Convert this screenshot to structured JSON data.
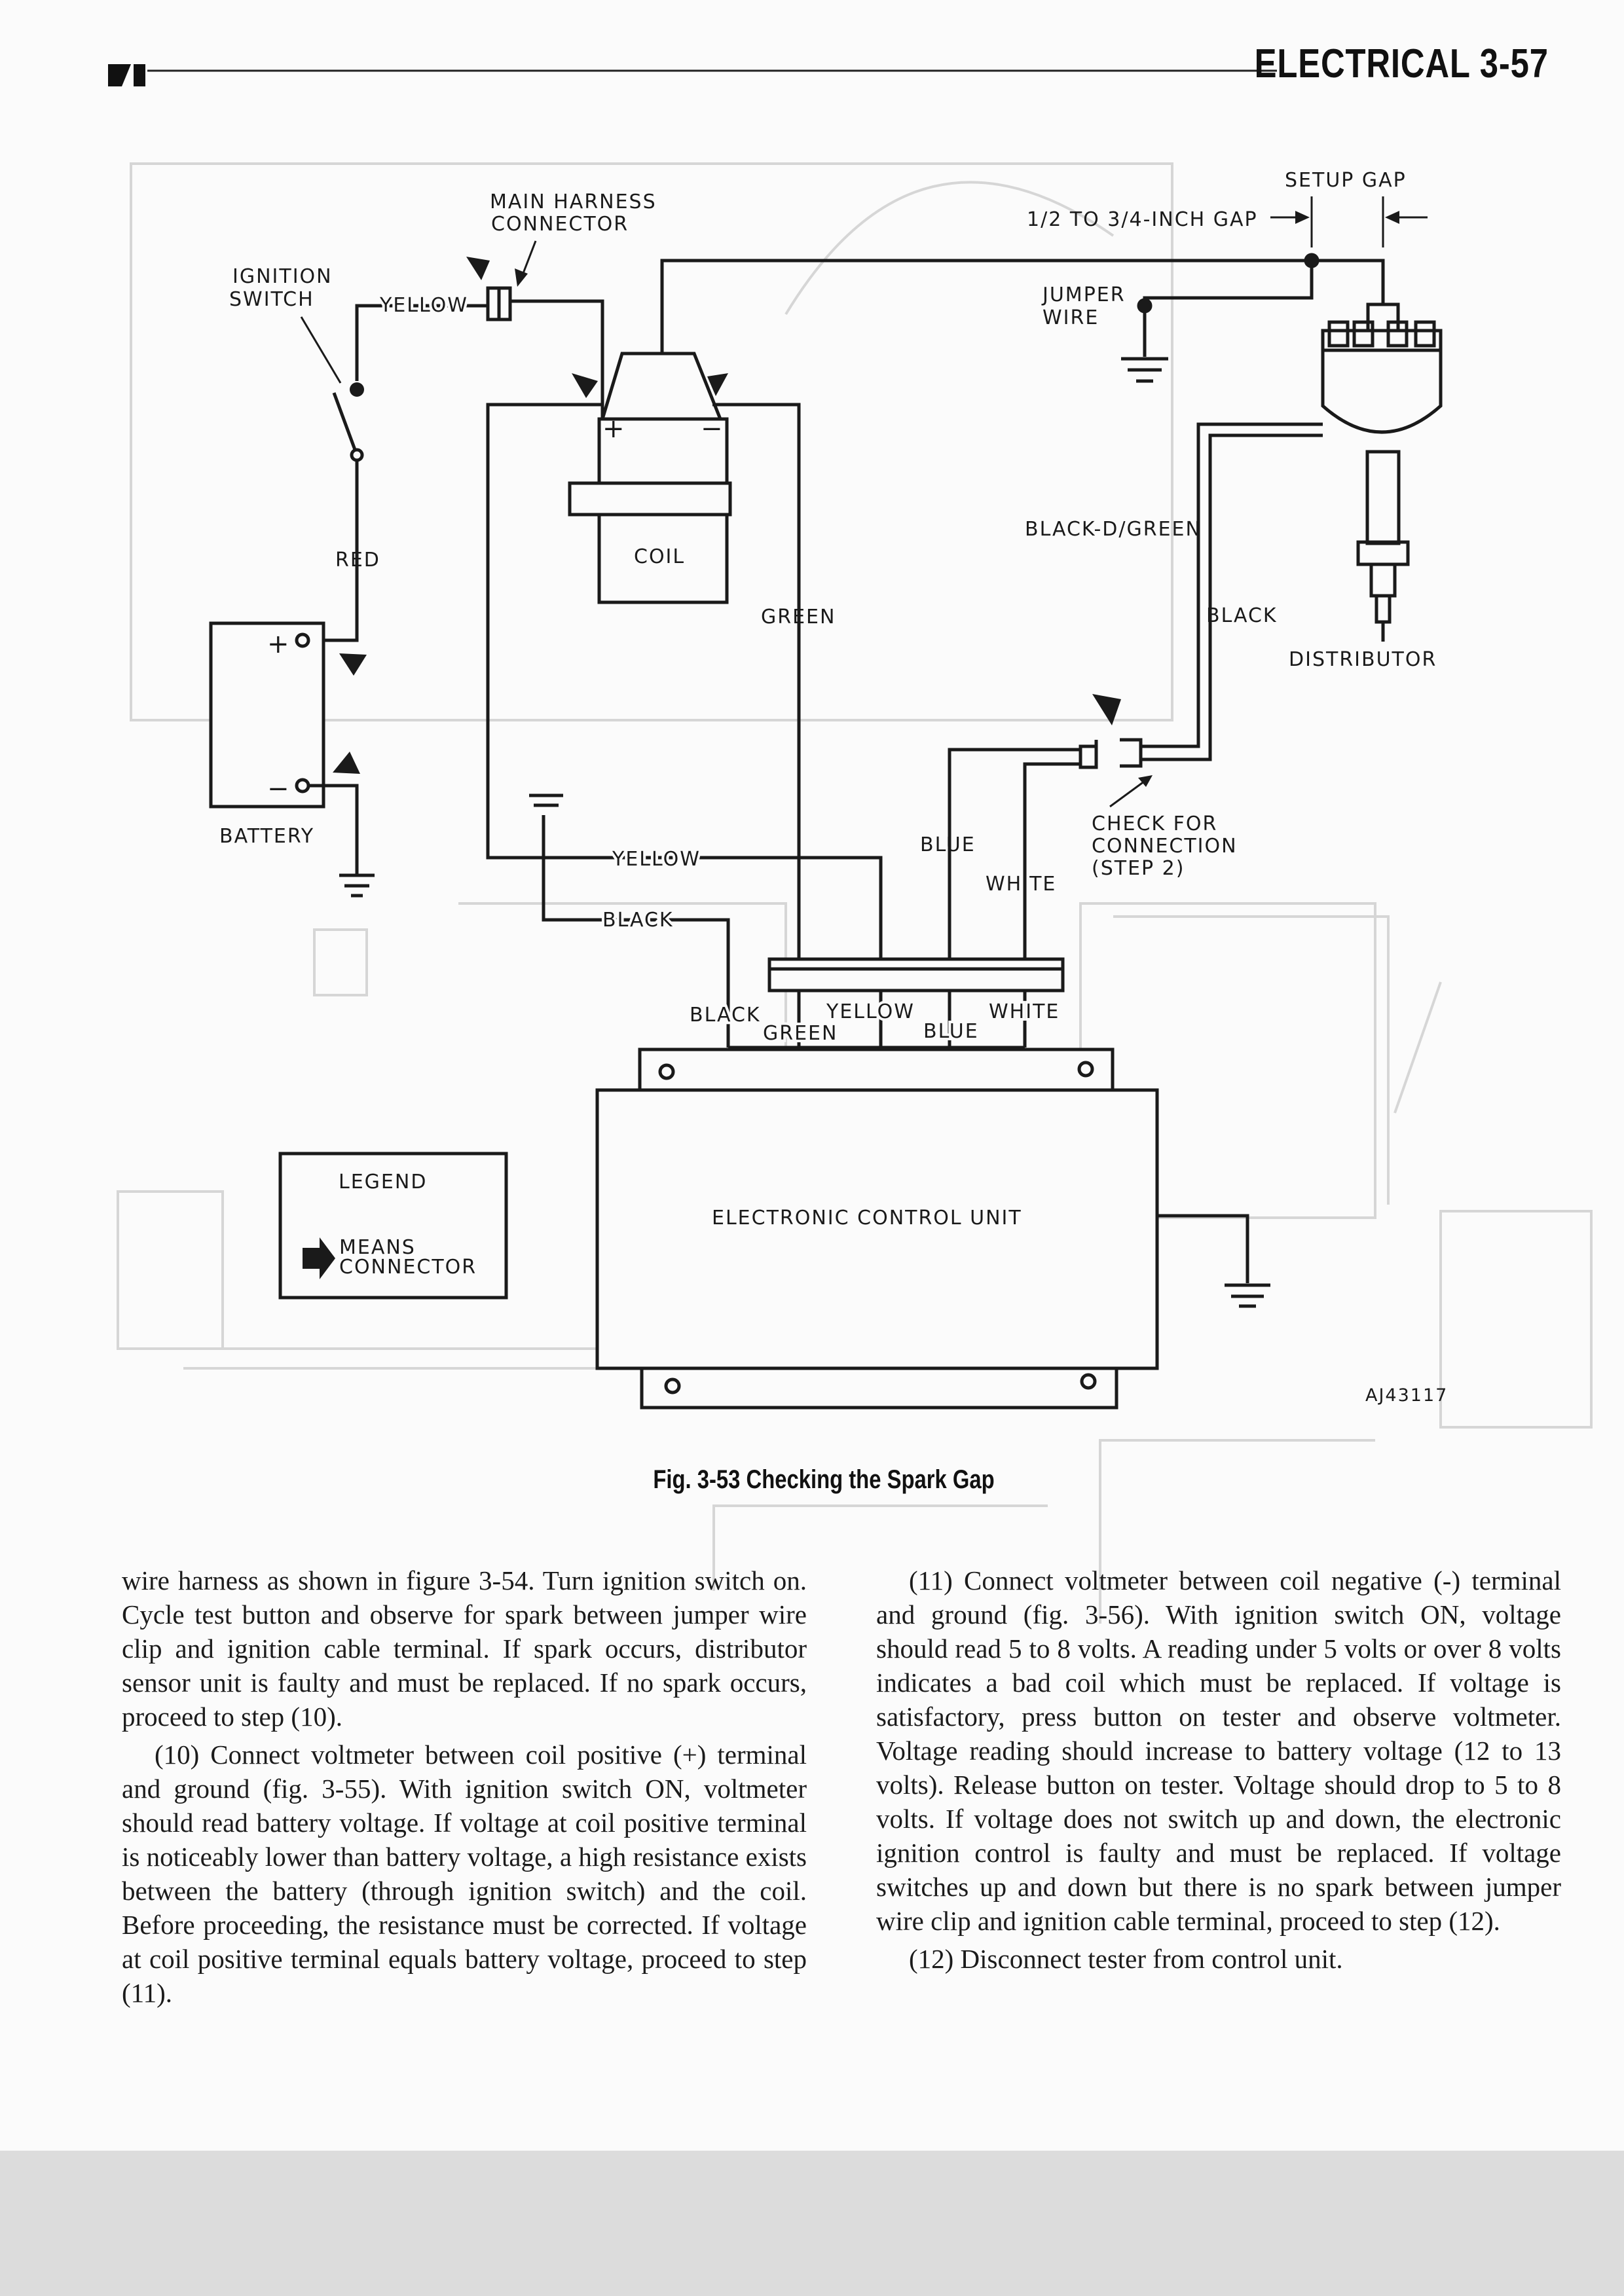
{
  "header": {
    "section_page": "ELECTRICAL 3-57"
  },
  "diagram": {
    "labels": {
      "main_harness_connector": [
        "MAIN HARNESS",
        "CONNECTOR"
      ],
      "setup_gap": "SETUP GAP",
      "gap": "1/2 TO 3/4-INCH GAP",
      "ignition_switch": [
        "IGNITION",
        "SWITCH"
      ],
      "yellow_top": "YELLOW",
      "jumper_wire": [
        "JUMPER",
        "WIRE"
      ],
      "coil": "COIL",
      "red": "RED",
      "black_d_green": "BLACK-D/GREEN",
      "green": "GREEN",
      "black_dist": "BLACK",
      "distributor": "DISTRIBUTOR",
      "battery": "BATTERY",
      "yellow_mid": "YELLOW",
      "blue_mid": "BLUE",
      "white_mid": "WHITE",
      "check_connection": [
        "CHECK FOR",
        "CONNECTION",
        "(STEP 2)"
      ],
      "black_mid": "BLACK",
      "bus_black": "BLACK",
      "bus_yellow": "YELLOW",
      "bus_white": "WHITE",
      "bus_green": "GREEN",
      "bus_blue": "BLUE",
      "ecu": "ELECTRONIC CONTROL UNIT",
      "legend_title": "LEGEND",
      "legend_text": [
        "MEANS",
        "CONNECTOR"
      ],
      "plus": "+",
      "minus": "−",
      "code": "AJ43117"
    }
  },
  "figure_caption": "Fig. 3-53 Checking the Spark Gap",
  "left_column": [
    "wire harness as shown in figure 3-54. Turn ignition switch on. Cycle test button and observe for spark between jumper wire clip and ignition cable terminal. If spark occurs, distributor sensor unit is faulty and must be replaced. If no spark occurs, proceed to step (10).",
    "(10) Connect voltmeter between coil positive (+) terminal and ground (fig. 3-55). With ignition switch ON, voltmeter should read battery voltage. If voltage at coil positive terminal is noticeably lower than battery voltage, a high resistance exists between the battery (through ignition switch) and the coil. Before proceeding, the resistance must be corrected. If voltage at coil positive terminal equals battery voltage, proceed to step (11)."
  ],
  "right_column": [
    "(11) Connect voltmeter between coil negative (-) terminal and ground (fig. 3-56). With ignition switch ON, voltage should read 5 to 8 volts. A reading under 5 volts or over 8 volts indicates a bad coil which must be replaced. If voltage is satisfactory, press button on tester and observe voltmeter. Voltage reading should increase to battery voltage (12 to 13 volts). Release button on tester. Voltage should drop to 5 to 8 volts. If voltage does not switch up and down, the electronic ignition control is faulty and must be replaced. If voltage switches up and down but there is no spark between jumper wire clip and ignition cable terminal, proceed to step (12).",
    "(12) Disconnect tester from control unit."
  ]
}
